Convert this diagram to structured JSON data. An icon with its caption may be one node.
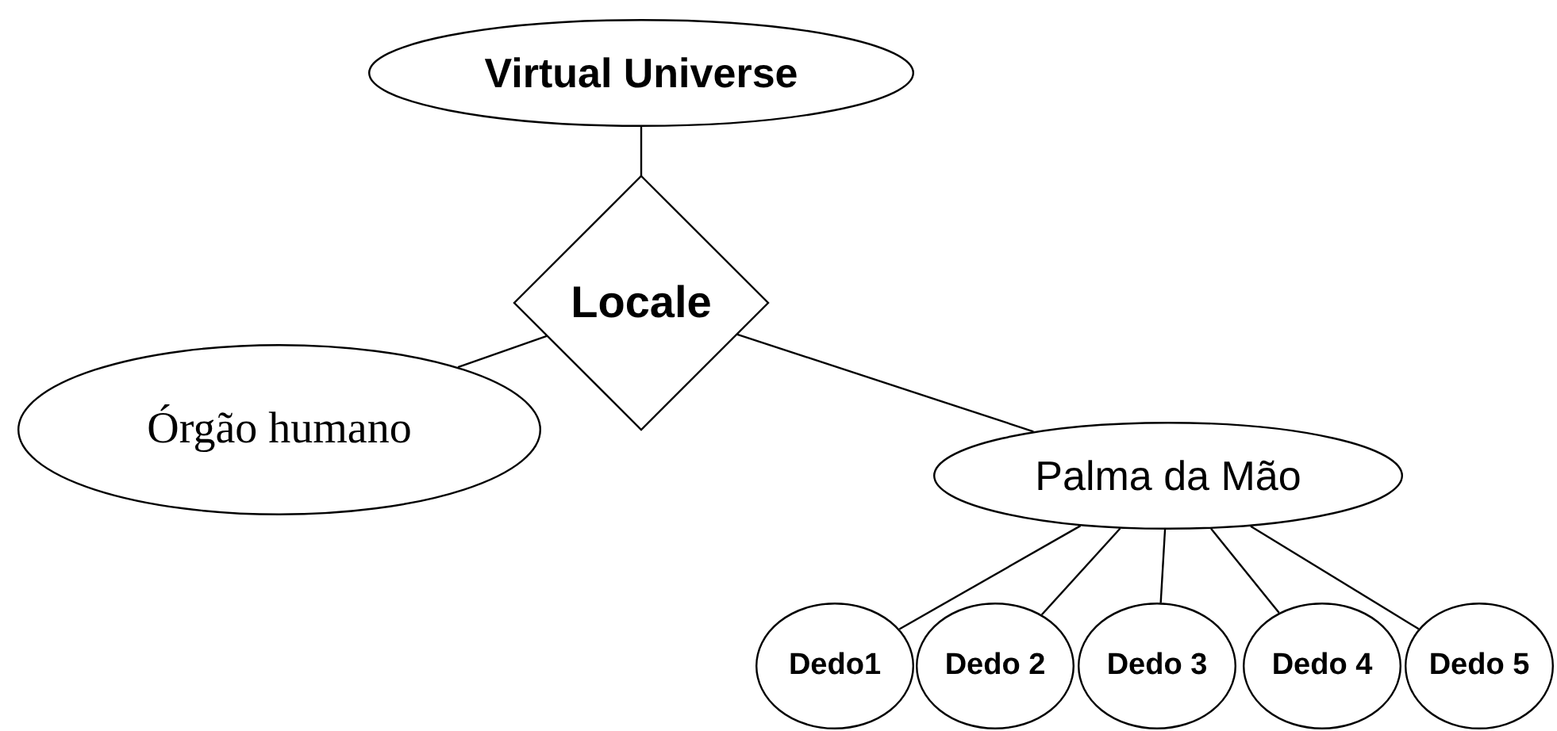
{
  "diagram": {
    "nodes": [
      {
        "text": [
          "Virtual Universe"
        ]
      },
      {
        "text": [
          "Locale"
        ]
      },
      {
        "text": [
          "Órgão humano"
        ]
      },
      {
        "text": [
          "Palma da Mão"
        ]
      },
      {
        "text": [
          "Dedo1"
        ]
      },
      {
        "text": [
          "Dedo 2"
        ]
      },
      {
        "text": [
          "Dedo 3"
        ]
      },
      {
        "text": [
          "Dedo 4"
        ]
      },
      {
        "text": [
          "Dedo 5"
        ]
      }
    ],
    "edges": [
      {
        "from": 0,
        "to": 1,
        "arrow": "none"
      },
      {
        "from": 1,
        "to": 2,
        "arrow": "none"
      },
      {
        "from": 1,
        "to": 3,
        "arrow": "none"
      },
      {
        "from": 3,
        "to": 4,
        "arrow": "none"
      },
      {
        "from": 3,
        "to": 5,
        "arrow": "none"
      },
      {
        "from": 3,
        "to": 6,
        "arrow": "none"
      },
      {
        "from": 3,
        "to": 7,
        "arrow": "none"
      },
      {
        "from": 3,
        "to": 8,
        "arrow": "none"
      }
    ]
  }
}
